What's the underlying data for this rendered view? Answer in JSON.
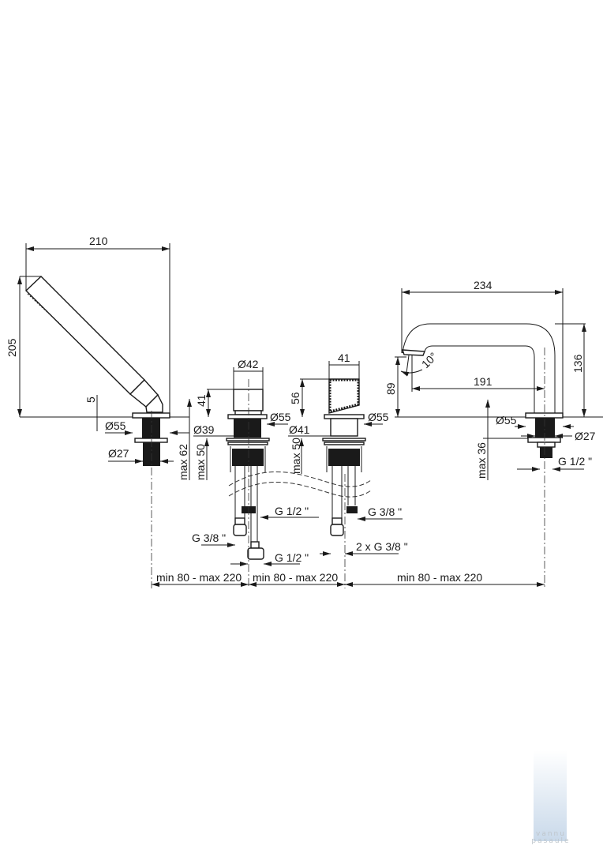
{
  "shower": {
    "width": "210",
    "height": "205",
    "offset": "5",
    "flange_dia": "Ø55",
    "thread_dia": "Ø27",
    "max_depth": "max 62"
  },
  "mixer": {
    "dia_top": "Ø42",
    "height": "41",
    "flange_dia": "Ø55",
    "body_dia": "Ø39",
    "max_depth": "max 50",
    "inlet_hot": "G 1/2 \"",
    "outlet": "G 3/8 \"",
    "inlet_bottom": "G 1/2 \""
  },
  "diverter": {
    "width": "41",
    "height": "56",
    "flange_dia": "Ø55",
    "body_dia": "Ø41",
    "max_depth": "max 50",
    "outlet": "G 3/8 \"",
    "inlets": "2 x G 3/8 \""
  },
  "spout": {
    "width": "234",
    "height": "136",
    "reach": "191",
    "outlet_height": "89",
    "angle": "10°",
    "flange_dia": "Ø55",
    "thread_dia": "Ø27",
    "max_depth": "max 36",
    "thread": "G 1/2 \""
  },
  "spacing": [
    "min 80 - max 220",
    "min 80 - max 220",
    "min 80 - max 220"
  ],
  "watermark": {
    "line1": "vannu",
    "line2": "pasaule"
  }
}
